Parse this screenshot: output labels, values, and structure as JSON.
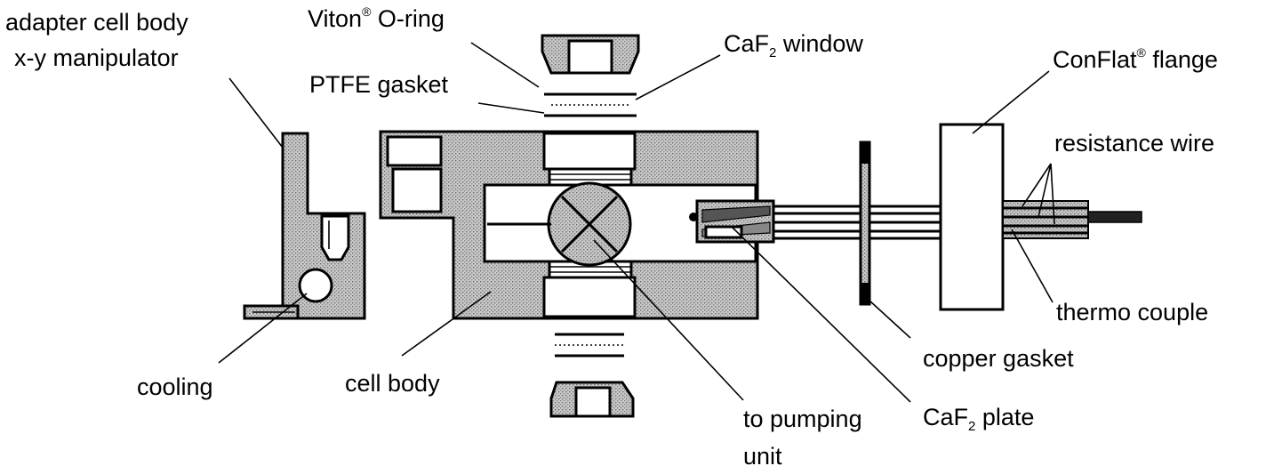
{
  "labels": {
    "adapter_line1": "adapter cell body",
    "adapter_line2": "x-y manipulator",
    "viton_main": "Viton",
    "viton_reg": "®",
    "viton_tail": " O-ring",
    "caf2_window_a": "CaF",
    "caf2_window_sub": "2",
    "caf2_window_b": " window",
    "ptfe_gasket": "PTFE gasket",
    "conflat_main": "ConFlat",
    "conflat_reg": "®",
    "conflat_tail": " flange",
    "resistance_wire": "resistance wire",
    "thermo_couple": "thermo couple",
    "copper_gasket": "copper gasket",
    "caf2_plate_a": "CaF",
    "caf2_plate_sub": "2",
    "caf2_plate_b": " plate",
    "to_pumping_line1": "to pumping",
    "to_pumping_line2": "unit",
    "cell_body": "cell body",
    "cooling": "cooling"
  },
  "colors": {
    "outline": "#000000",
    "fill_stipple": "#b5b5b5",
    "background": "#ffffff"
  }
}
